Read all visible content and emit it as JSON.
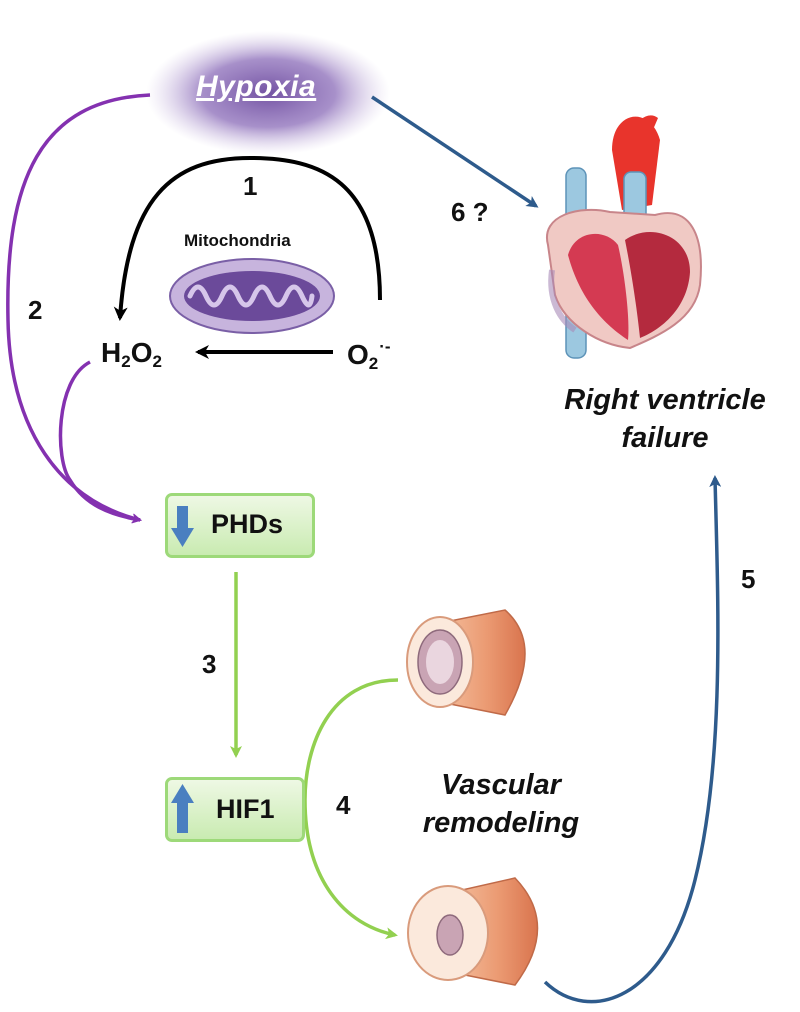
{
  "hypoxia": "Hypoxia",
  "mitochondria": "Mitochondria",
  "steps": {
    "s1": "1",
    "s2": "2",
    "s3": "3",
    "s4": "4",
    "s5": "5",
    "s6": "6 ?"
  },
  "h2o2": {
    "h": "H",
    "sub1": "2",
    "o": "O",
    "sub2": "2"
  },
  "superoxide": {
    "o": "O",
    "sub": "2",
    "sup": "·-"
  },
  "phds": {
    "label": "PHDs",
    "direction": "down"
  },
  "hif1": {
    "label": "HIF1",
    "direction": "up"
  },
  "vascular_remodeling": [
    "Vascular",
    "remodeling"
  ],
  "right_ventricle_failure": [
    "Right ventricle",
    "failure"
  ],
  "colors": {
    "purple_arrow": "#8431b0",
    "blue_arrow": "#2e5b8c",
    "green_arrow": "#92d050",
    "black_arrow": "#000000",
    "box_fill": "#d6f0c2",
    "box_border": "#9dd979",
    "indicator_arrow": "#4a7fc0"
  }
}
